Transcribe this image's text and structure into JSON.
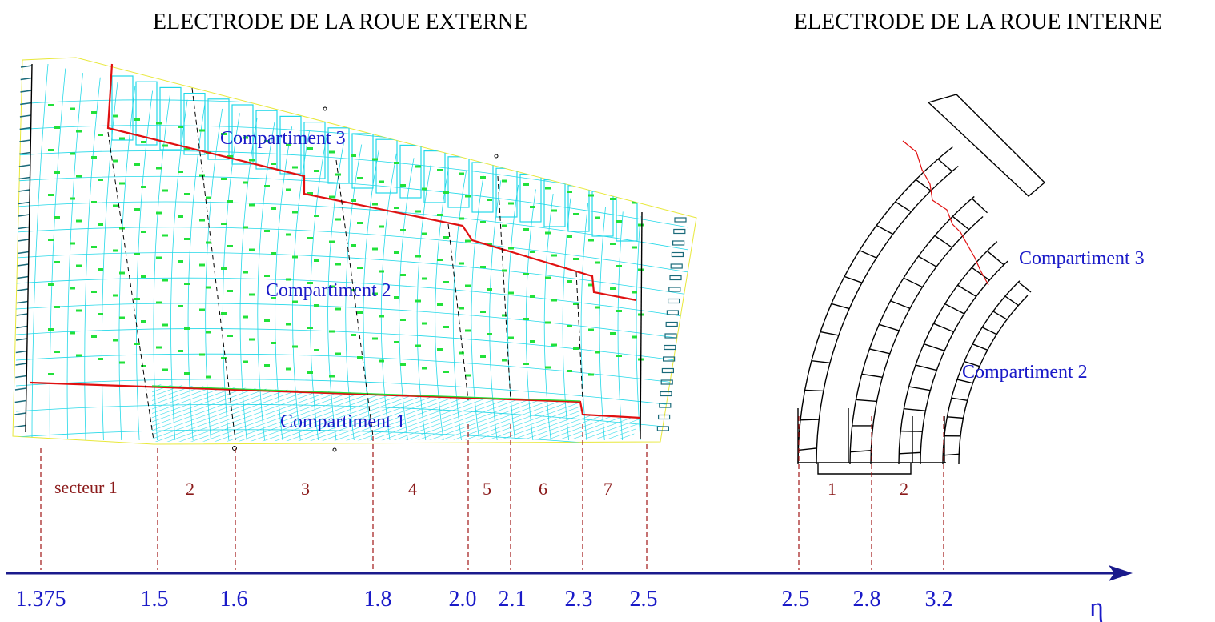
{
  "titles": {
    "outer": "ELECTRODE DE LA ROUE EXTERNE",
    "inner": "ELECTRODE DE LA ROUE INTERNE"
  },
  "outer_wheel": {
    "compartments": [
      "Compartiment 3",
      "Compartiment 2",
      "Compartiment 1"
    ],
    "sectors": [
      "secteur 1",
      "2",
      "3",
      "4",
      "5",
      "6",
      "7"
    ]
  },
  "inner_wheel": {
    "compartments": [
      "Compartiment 3",
      "Compartiment 2"
    ],
    "sectors": [
      "1",
      "2"
    ]
  },
  "axis": {
    "symbol": "η",
    "ticks": [
      "1.375",
      "1.5",
      "1.6",
      "1.8",
      "2.0",
      "2.1",
      "2.3",
      "2.5",
      "2.5",
      "2.8",
      "3.2"
    ]
  },
  "colors": {
    "axis": "#1a1a8c",
    "compartment_text": "#1a1ac8",
    "sector_text": "#8b1a1a",
    "electrode_lines": "#22d8e8",
    "boundary": "#e01010"
  }
}
